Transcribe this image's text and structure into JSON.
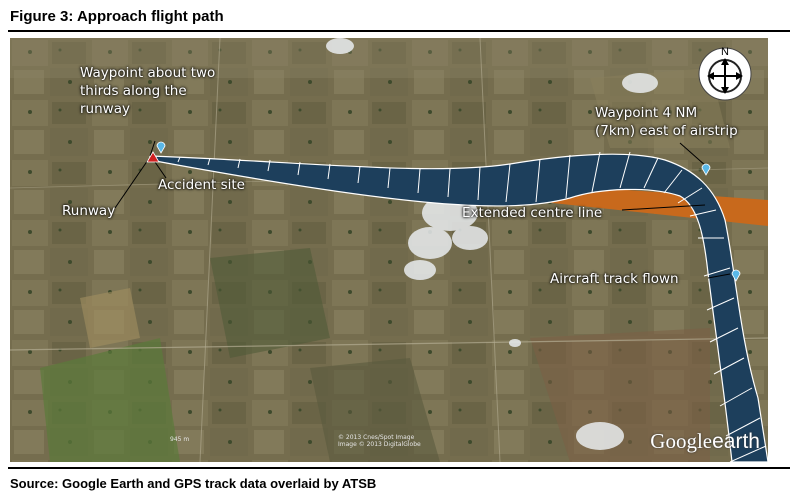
{
  "figure": {
    "title": "Figure 3: Approach flight path",
    "source": "Source: Google Earth and GPS track data overlaid by ATSB"
  },
  "map": {
    "labels": {
      "waypoint_runway": [
        "Waypoint about two",
        "thirds along the",
        "runway"
      ],
      "accident_site": "Accident site",
      "runway": "Runway",
      "waypoint_east": [
        "Waypoint  4 NM",
        "(7km) east of airstrip"
      ],
      "extended_centre_line": "Extended centre line",
      "aircraft_track": "Aircraft track flown"
    },
    "compass": {
      "north_label": "N"
    },
    "branding": {
      "google": "Google",
      "earth": "earth"
    },
    "imagery_credit": [
      "© 2013 Cnes/Spot Image",
      "Image © 2013 DigitalGlobe"
    ],
    "scale_text": "945 m"
  },
  "colors": {
    "track_fill": "#1d3f5c",
    "centre_line": "#c8691c",
    "waypoint_marker": "#5ab8e8",
    "accident_marker": "#d02020"
  },
  "icons": [
    "compass-rose-icon",
    "waypoint-marker-icon",
    "accident-marker-icon"
  ]
}
